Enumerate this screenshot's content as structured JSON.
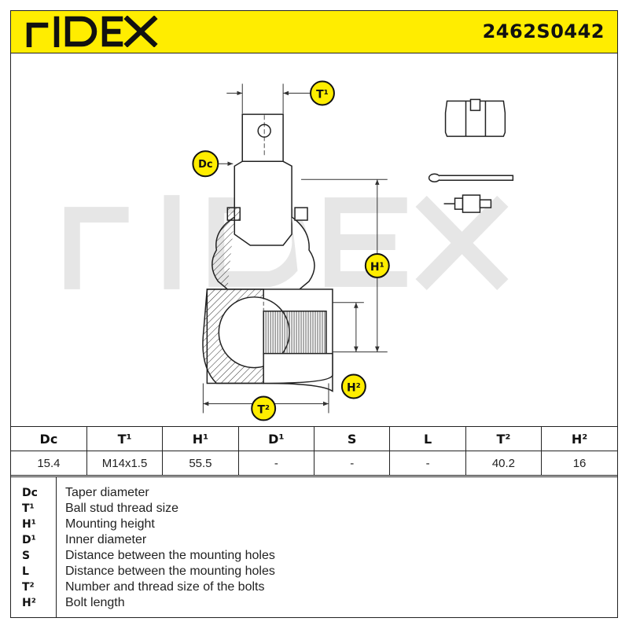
{
  "brand": {
    "name": "RIDEX",
    "watermark": "RIDEX"
  },
  "part_number": "2462S0442",
  "colors": {
    "brand_yellow": "#ffed00",
    "ink": "#222222",
    "watermark": "#e5e5e5"
  },
  "drawing": {
    "dimension_labels": [
      "T¹",
      "Dc",
      "H¹",
      "H²",
      "T²"
    ],
    "icons": [
      "castle-nut-icon",
      "cotter-pin-icon",
      "grease-nipple-icon"
    ]
  },
  "specs": {
    "headers": [
      "Dc",
      "T¹",
      "H¹",
      "D¹",
      "S",
      "L",
      "T²",
      "H²"
    ],
    "values": [
      "15.4",
      "M14x1.5",
      "55.5",
      "-",
      "-",
      "-",
      "40.2",
      "16"
    ]
  },
  "legend": [
    {
      "code": "Dc",
      "desc": "Taper diameter"
    },
    {
      "code": "T¹",
      "desc": "Ball stud thread size"
    },
    {
      "code": "H¹",
      "desc": "Mounting height"
    },
    {
      "code": "D¹",
      "desc": "Inner diameter"
    },
    {
      "code": "S",
      "desc": "Distance between the mounting holes"
    },
    {
      "code": "L",
      "desc": "Distance between the mounting holes"
    },
    {
      "code": "T²",
      "desc": "Number and thread size of the bolts"
    },
    {
      "code": "H²",
      "desc": "Bolt length"
    }
  ]
}
